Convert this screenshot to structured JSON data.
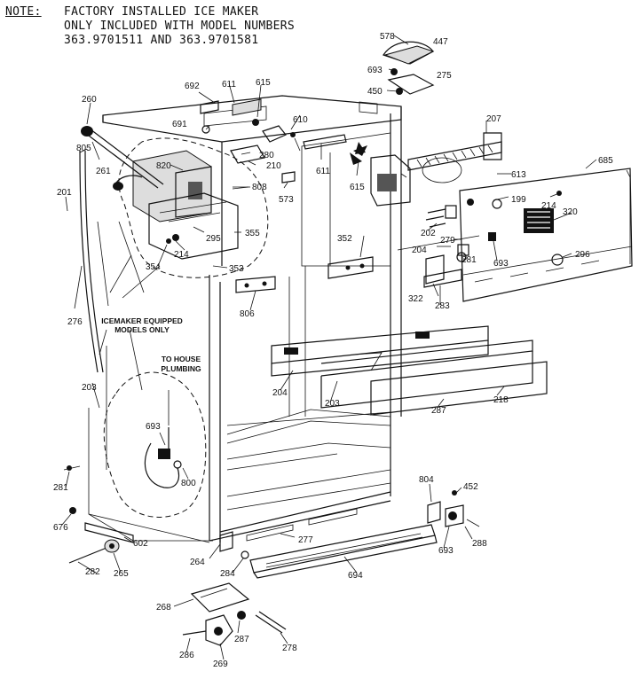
{
  "note": {
    "label": "NOTE:",
    "lines": [
      "FACTORY INSTALLED ICE MAKER",
      "ONLY INCLUDED WITH MODEL NUMBERS",
      "363.9701511 AND 363.9701581"
    ]
  },
  "callouts": {
    "icemaker": [
      "ICEMAKER EQUIPPED",
      "MODELS ONLY"
    ],
    "plumbing": [
      "TO HOUSE",
      "PLUMBING"
    ]
  },
  "parts": [
    "578",
    "447",
    "693",
    "275",
    "450",
    "692",
    "611",
    "615",
    "260",
    "691",
    "610",
    "207",
    "805",
    "261",
    "820",
    "280",
    "210",
    "611",
    "615",
    "613",
    "685",
    "201",
    "808",
    "573",
    "199",
    "214",
    "320",
    "202",
    "295",
    "355",
    "352",
    "204",
    "279",
    "281",
    "693",
    "296",
    "214",
    "354",
    "353",
    "322",
    "283",
    "276",
    "806",
    "204",
    "203",
    "218",
    "203",
    "287",
    "693",
    "800",
    "804",
    "452",
    "281",
    "676",
    "602",
    "277",
    "288",
    "693",
    "282",
    "265",
    "264",
    "284",
    "694",
    "268",
    "287",
    "286",
    "269",
    "278",
    "268"
  ]
}
